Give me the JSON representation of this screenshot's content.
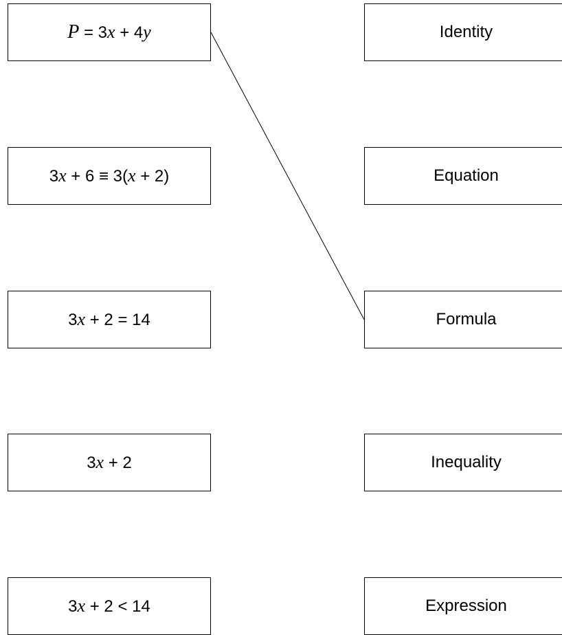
{
  "expressions": [
    {
      "parts": [
        {
          "t": "P",
          "v": true
        },
        {
          "t": " = 3"
        },
        {
          "t": "x",
          "v": true
        },
        {
          "t": " + 4"
        },
        {
          "t": "y",
          "v": true
        }
      ]
    },
    {
      "parts": [
        {
          "t": "3"
        },
        {
          "t": "x",
          "v": true
        },
        {
          "t": " + 6 ≡ 3("
        },
        {
          "t": "x",
          "v": true
        },
        {
          "t": " + 2)"
        }
      ]
    },
    {
      "parts": [
        {
          "t": "3"
        },
        {
          "t": "x",
          "v": true
        },
        {
          "t": " + 2 = 14"
        }
      ]
    },
    {
      "parts": [
        {
          "t": "3"
        },
        {
          "t": "x",
          "v": true
        },
        {
          "t": " + 2"
        }
      ]
    },
    {
      "parts": [
        {
          "t": "3"
        },
        {
          "t": "x",
          "v": true
        },
        {
          "t": " + 2 < 14"
        }
      ]
    }
  ],
  "terms": [
    "Identity",
    "Equation",
    "Formula",
    "Inequality",
    "Expression"
  ],
  "matches": [
    {
      "expression": 0,
      "term": 2
    }
  ]
}
